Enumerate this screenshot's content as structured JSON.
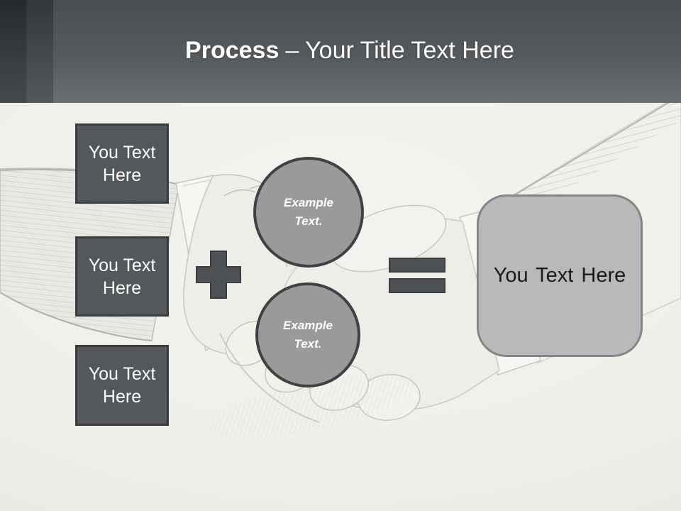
{
  "slide": {
    "header": {
      "title_bold": "Process",
      "title_rest": "– Your Title Text Here"
    },
    "process_boxes": [
      {
        "label": "You Text Here"
      },
      {
        "label": "You Text Here"
      },
      {
        "label": "You Text Here"
      }
    ],
    "example_circles": [
      {
        "line1": "Example",
        "line2": "Text."
      },
      {
        "line1": "Example",
        "line2": "Text."
      }
    ],
    "result_box": {
      "label": "You Text Here"
    },
    "background_illustration": "handshake-sketch",
    "colors": {
      "header_gradient_top": "#4a4e51",
      "header_gradient_bottom": "#6b6f72",
      "header_band_dark": "#2c3033",
      "header_band_mid": "#3a3e41",
      "shape_fill": "#54585b",
      "shape_border": "#3b3e41",
      "operator_fill": "#4d5154",
      "circle_fill": "#9a9a9a",
      "circle_border": "#3f4245",
      "result_fill": "#b9b9bb",
      "result_border": "#838587",
      "canvas_background": "#f0efea",
      "title_text": "#ffffff",
      "box_text": "#ffffff",
      "result_text": "#1b1b1b"
    }
  }
}
